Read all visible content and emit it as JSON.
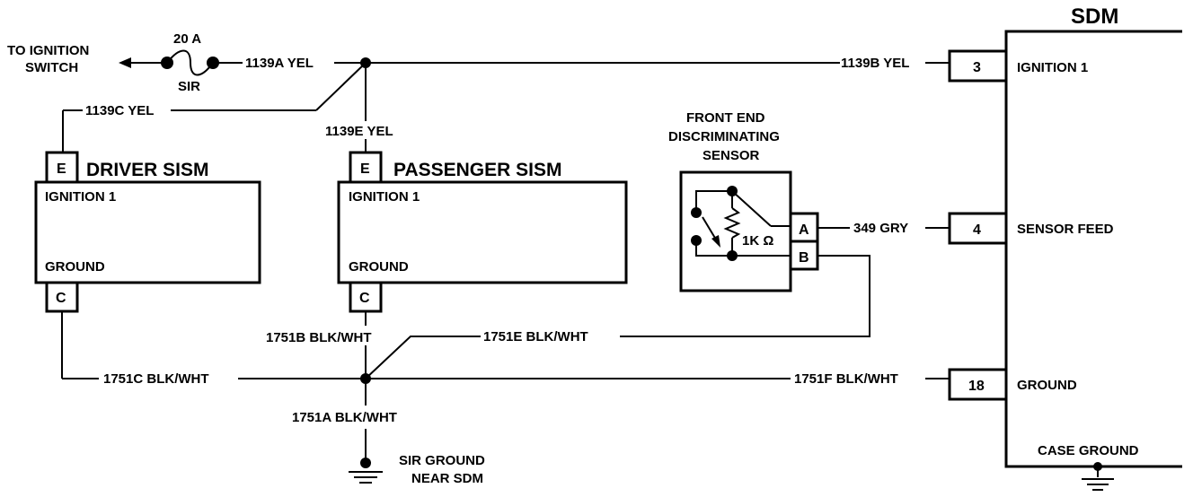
{
  "labels": {
    "to_ignition_1": "TO IGNITION",
    "to_ignition_2": "SWITCH",
    "fuse_rating": "20 A",
    "fuse_name": "SIR",
    "w1139a": "1139A YEL",
    "w1139b": "1139B YEL",
    "w1139c": "1139C YEL",
    "w1139e": "1139E YEL",
    "sdm_title": "SDM",
    "sdm_ign": "IGNITION 1",
    "sdm_feed": "SENSOR FEED",
    "sdm_gnd": "GROUND",
    "case_ground": "CASE GROUND",
    "driver_title": "DRIVER SISM",
    "passenger_title": "PASSENGER SISM",
    "module_ign": "IGNITION 1",
    "module_gnd": "GROUND",
    "pin_e": "E",
    "pin_c": "C",
    "sensor_1": "FRONT END",
    "sensor_2": "DISCRIMINATING",
    "sensor_3": "SENSOR",
    "resistor": "1K Ω",
    "pin_a": "A",
    "pin_b": "B",
    "w349": "349 GRY",
    "pin_3": "3",
    "pin_4": "4",
    "pin_18": "18",
    "w1751a": "1751A BLK/WHT",
    "w1751b": "1751B BLK/WHT",
    "w1751c": "1751C BLK/WHT",
    "w1751e": "1751E BLK/WHT",
    "w1751f": "1751F BLK/WHT",
    "sir_gnd_1": "SIR GROUND",
    "sir_gnd_2": "NEAR SDM"
  }
}
